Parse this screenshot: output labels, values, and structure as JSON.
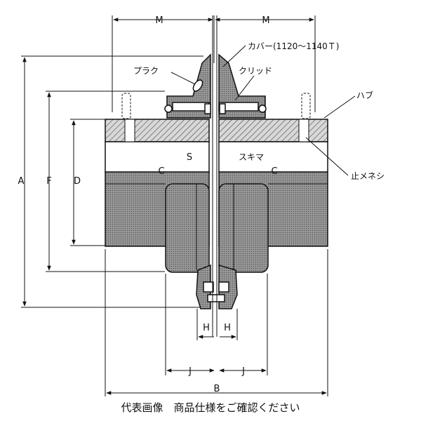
{
  "labels": {
    "M_left": "M",
    "M_right": "M",
    "cover": "カバー(1120～1140Ｔ)",
    "plug": "プラク",
    "grid": "クリッド",
    "hub": "ハブ",
    "S": "S",
    "gap": "スキマ",
    "C_left": "C",
    "C_right": "C",
    "set_screw": "止メネシ",
    "A": "A",
    "F": "F",
    "D": "D",
    "H_left": "H",
    "H_right": "H",
    "J_left": "J",
    "J_right": "J",
    "B": "B"
  },
  "caption": "代表画像　商品仕様をご確認ください"
}
